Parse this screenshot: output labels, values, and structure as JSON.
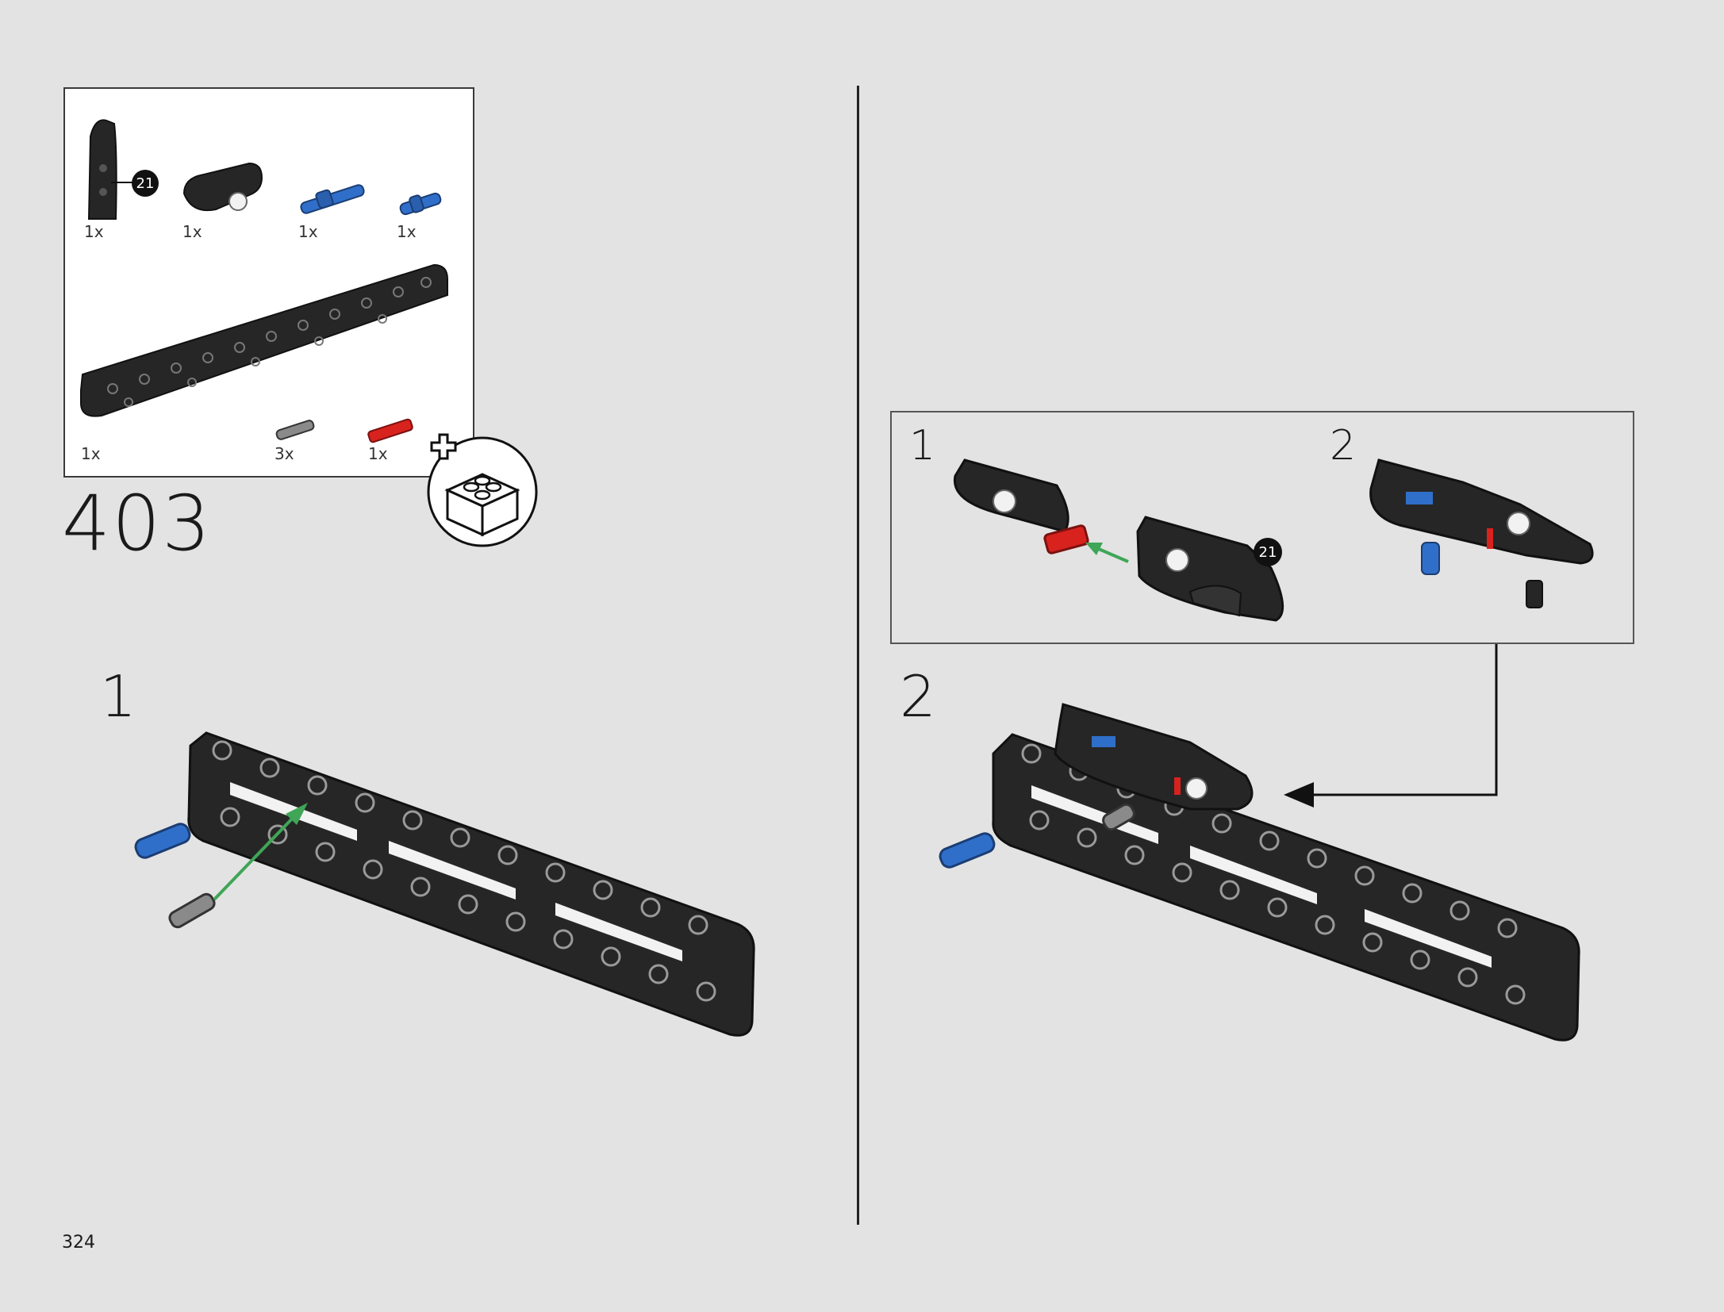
{
  "page": {
    "number": "324"
  },
  "step": {
    "number": "403",
    "parts": [
      {
        "name": "panel-part",
        "qty": "1x",
        "badge": "21"
      },
      {
        "name": "curved-connector",
        "qty": "1x"
      },
      {
        "name": "blue-long-pin",
        "qty": "1x"
      },
      {
        "name": "blue-short-pin",
        "qty": "1x"
      },
      {
        "name": "black-frame",
        "qty": "1x"
      },
      {
        "name": "grey-pin",
        "qty": "3x"
      },
      {
        "name": "red-axle-pin",
        "qty": "1x"
      }
    ]
  },
  "substeps": [
    {
      "label": "1"
    },
    {
      "label": "2"
    }
  ],
  "callout": {
    "steps": [
      {
        "label": "1",
        "badge": "21"
      },
      {
        "label": "2"
      }
    ]
  },
  "colors": {
    "background": "#e3e3e3",
    "part_black": "#262626",
    "part_blue": "#2f6fc9",
    "part_red": "#d8221e",
    "part_grey": "#8a8a8a",
    "arrow_green": "#3fa657"
  },
  "icons": [
    "new-parts-bag-icon",
    "arrow-icon"
  ]
}
